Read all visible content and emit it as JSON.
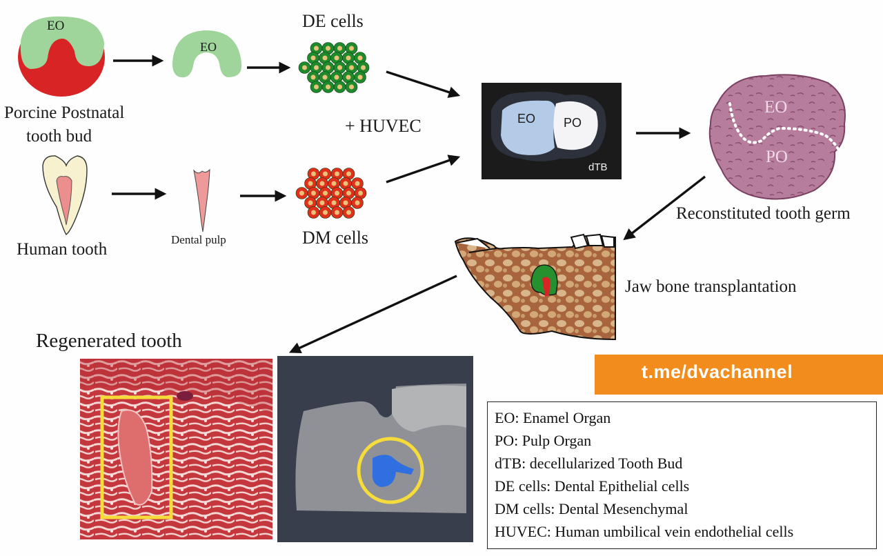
{
  "labels": {
    "porcine_bud": [
      "Porcine Postnatal",
      "tooth bud"
    ],
    "eo_bud": "EO",
    "eo_cap": "EO",
    "de_cells": "DE cells",
    "huvec": "+ HUVEC",
    "human_tooth": "Human tooth",
    "dental_pulp": "Dental pulp",
    "dm_cells": "DM cells",
    "dtb_eo": "EO",
    "dtb_po": "PO",
    "dtb": "dTB",
    "germ_eo": "EO",
    "germ_po": "PO",
    "reconstituted": "Reconstituted tooth germ",
    "jaw": "Jaw bone transplantation",
    "regenerated": "Regenerated tooth"
  },
  "banner": {
    "text": "t.me/dvachannel",
    "icon": "lightning-icon"
  },
  "legend": [
    "EO: Enamel Organ",
    "PO: Pulp Organ",
    "dTB: decellularized Tooth Bud",
    "DE cells: Dental Epithelial cells",
    "DM cells: Dental Mesenchymal",
    "HUVEC: Human umbilical vein endothelial cells"
  ],
  "colors": {
    "enamel_organ": "#9fd59a",
    "pulp_red": "#d82424",
    "de_cell_green": "#1f8a2c",
    "dm_cell_red": "#e0301c",
    "cell_core": "#e9c27a",
    "germ_pink": "#b07a9a",
    "banner_orange": "#f28c1c",
    "highlight_yellow": "#f5dc3a",
    "stain_blue": "#2f6fe0"
  }
}
